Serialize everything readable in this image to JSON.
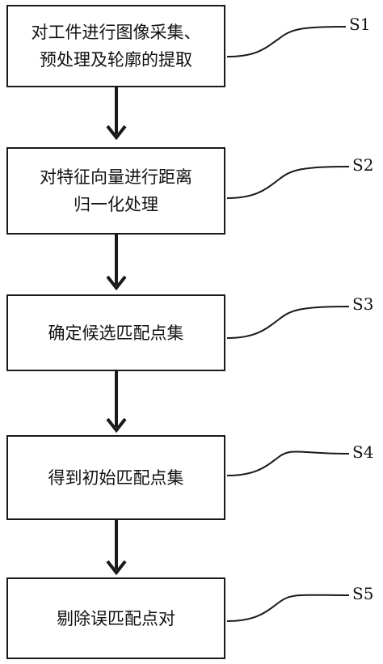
{
  "steps": [
    {
      "id": "S1",
      "label": "S1",
      "line1": "对工件进行图像采集、",
      "line2": "预处理及轮廓的提取"
    },
    {
      "id": "S2",
      "label": "S2",
      "line1": "对特征向量进行距离",
      "line2": "归一化处理"
    },
    {
      "id": "S3",
      "label": "S3",
      "line1": "确定候选匹配点集",
      "line2": ""
    },
    {
      "id": "S4",
      "label": "S4",
      "line1": "得到初始匹配点集",
      "line2": ""
    },
    {
      "id": "S5",
      "label": "S5",
      "line1": "剔除误匹配点对",
      "line2": ""
    }
  ],
  "colors": {
    "line": "#1a1a1a",
    "text": "#111111",
    "background": "#ffffff"
  }
}
